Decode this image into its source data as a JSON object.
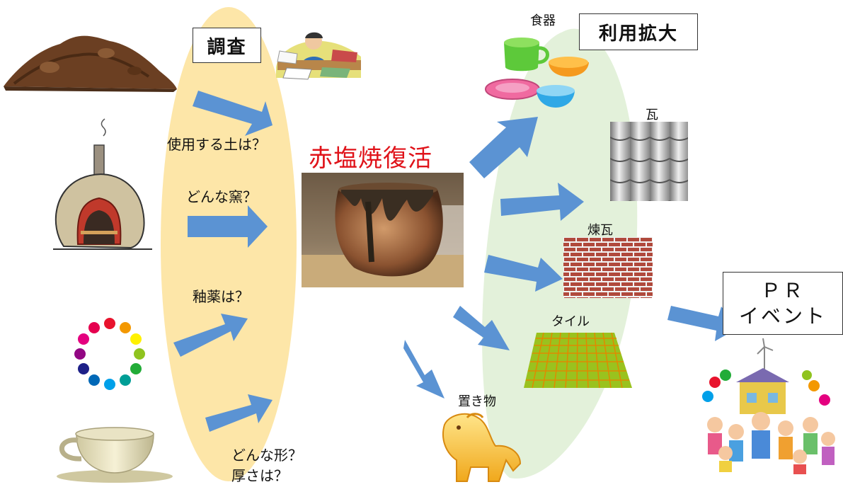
{
  "research": {
    "header": "調査",
    "questions": {
      "soil": "使用する土は？",
      "kiln": "どんな窯？",
      "glaze": "釉薬は？",
      "shape_line1": "どんな形？",
      "shape_line2": "厚さは？"
    }
  },
  "center": {
    "title": "赤塩焼復活"
  },
  "expansion": {
    "header": "利用拡大",
    "items": {
      "tableware": "食器",
      "roof_tile": "瓦",
      "brick": "煉瓦",
      "tile": "タイル",
      "figurine": "置き物"
    }
  },
  "pr": {
    "line1": "ＰＲ",
    "line2": "イベント"
  },
  "colors": {
    "arrow": "#5b93d3",
    "research_ellipse": "#fde6a8",
    "expansion_ellipse": "#e3f1da",
    "title_red": "#e0131a"
  }
}
